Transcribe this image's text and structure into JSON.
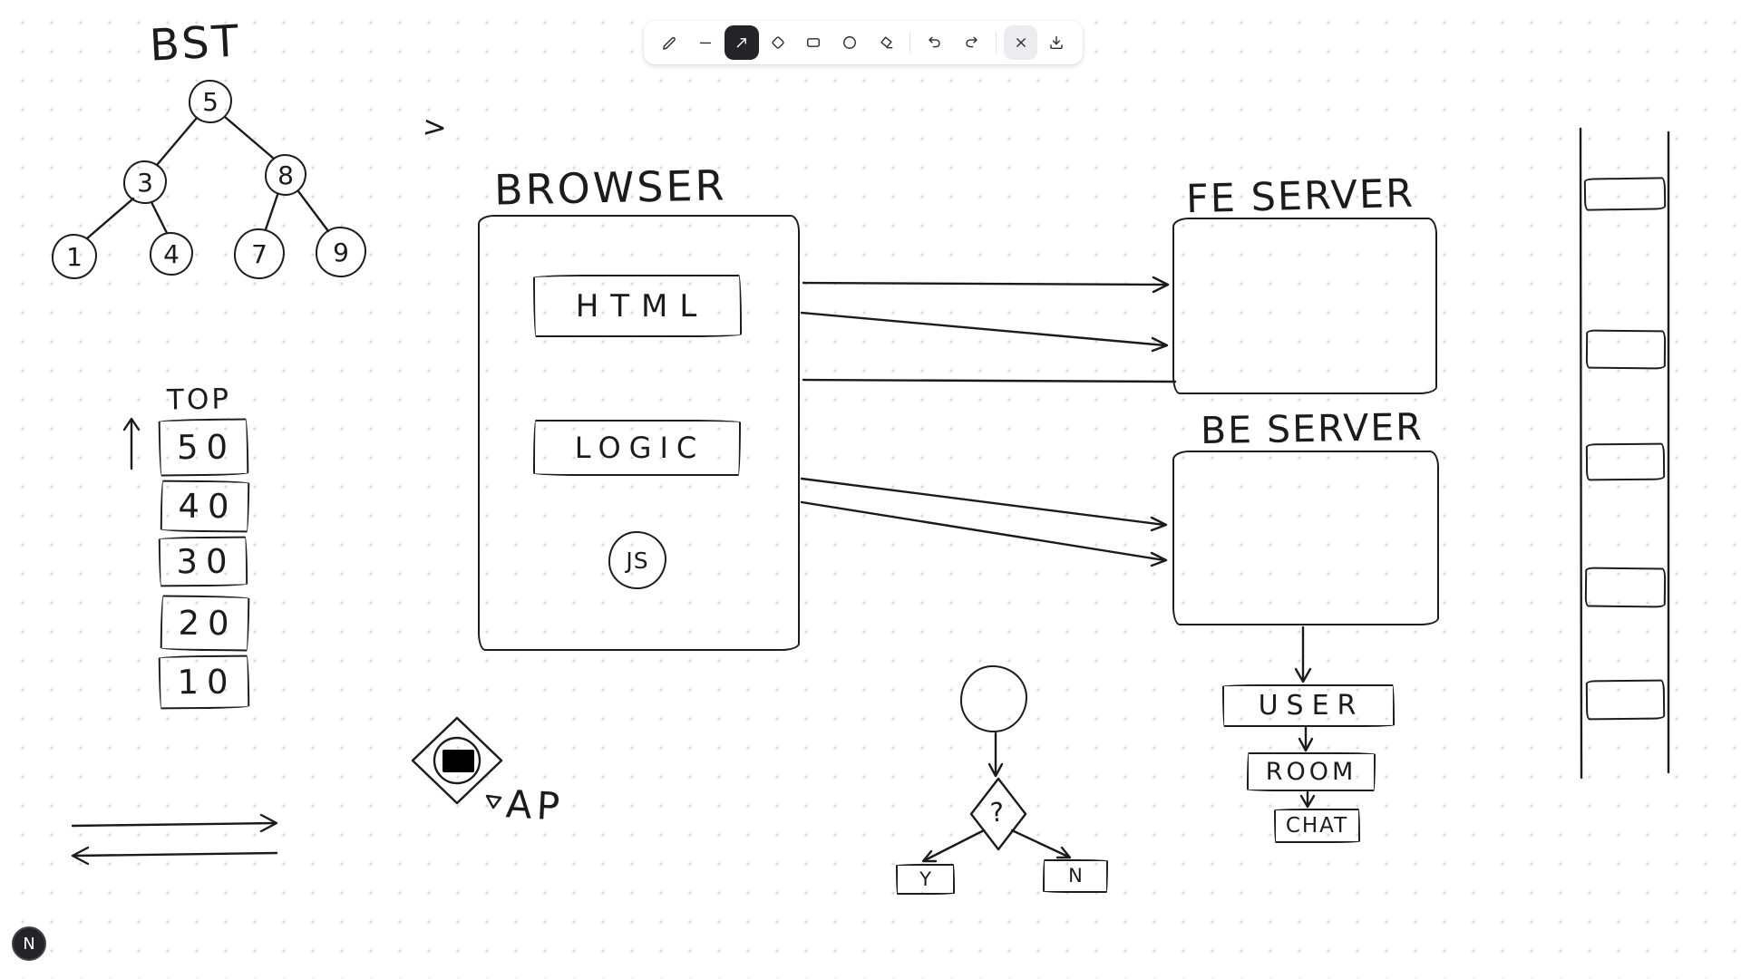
{
  "app": {
    "badge_label": "N"
  },
  "toolbar": {
    "tools": [
      {
        "icon": "pencil-icon",
        "active": false
      },
      {
        "icon": "line-icon",
        "active": false
      },
      {
        "icon": "arrow-icon",
        "active": true
      },
      {
        "icon": "diamond-icon",
        "active": false
      },
      {
        "icon": "rectangle-icon",
        "active": false
      },
      {
        "icon": "ellipse-icon",
        "active": false
      },
      {
        "icon": "eraser-icon",
        "active": false
      },
      {
        "icon": "undo-icon",
        "active": false
      },
      {
        "icon": "redo-icon",
        "active": false
      },
      {
        "icon": "close-icon",
        "active": false
      },
      {
        "icon": "download-icon",
        "active": false
      }
    ]
  },
  "canvas": {
    "bst": {
      "title": "BST",
      "nodes": [
        "5",
        "3",
        "8",
        "1",
        "4",
        "7",
        "9"
      ],
      "edges": [
        "5-3",
        "5-8",
        "3-1",
        "3-4",
        "8-7",
        "8-9"
      ]
    },
    "stack": {
      "title": "TOP",
      "items": [
        "50",
        "40",
        "30",
        "20",
        "10"
      ]
    },
    "chevron": ">",
    "browser": {
      "title": "BROWSER",
      "html_label": "HTML",
      "logic_label": "LOGIC",
      "js_label": "JS"
    },
    "fe_server": {
      "title": "FE SERVER"
    },
    "be_server": {
      "title": "BE SERVER"
    },
    "chat_flow": [
      "USER",
      "ROOM",
      "CHAT"
    ],
    "decision": {
      "question": "?",
      "yes_label": "Y",
      "no_label": "N"
    },
    "ap_label": "AP"
  },
  "colors": {
    "ink": "#1b1b1f",
    "toolbar_active_bg": "#232329",
    "toolbar_muted_bg": "#ececf0",
    "badge_bg": "#232329",
    "grid_dot": "#dcdce1"
  }
}
